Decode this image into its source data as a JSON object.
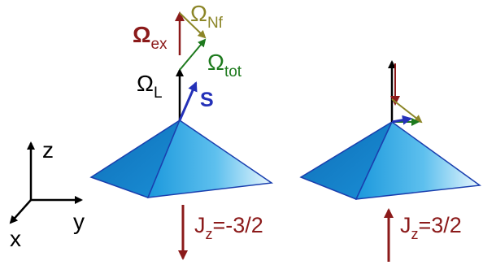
{
  "labels": {
    "omega_ex": {
      "main": "Ω",
      "sub": "ex"
    },
    "omega_nf": {
      "main": "Ω",
      "sub": "Nf"
    },
    "omega_tot": {
      "main": "Ω",
      "sub": "tot"
    },
    "omega_l": {
      "main": "Ω",
      "sub": "L"
    },
    "spin": "S",
    "jz_left": {
      "main": "J",
      "sub": "z",
      "value": "=-3/2"
    },
    "jz_right": {
      "main": "J",
      "sub": "z",
      "value": "=3/2"
    },
    "axes": {
      "z": "z",
      "x": "x",
      "y": "y"
    }
  },
  "colors": {
    "dark_red": "#8b1a1a",
    "olive": "#8c8628",
    "green": "#1e7a1e",
    "blue": "#2431b8",
    "black": "#000000",
    "pyramid_dark": "#1a8fd6",
    "pyramid_light": "#a9dcf5",
    "pyramid_edge": "#1a3fae"
  }
}
